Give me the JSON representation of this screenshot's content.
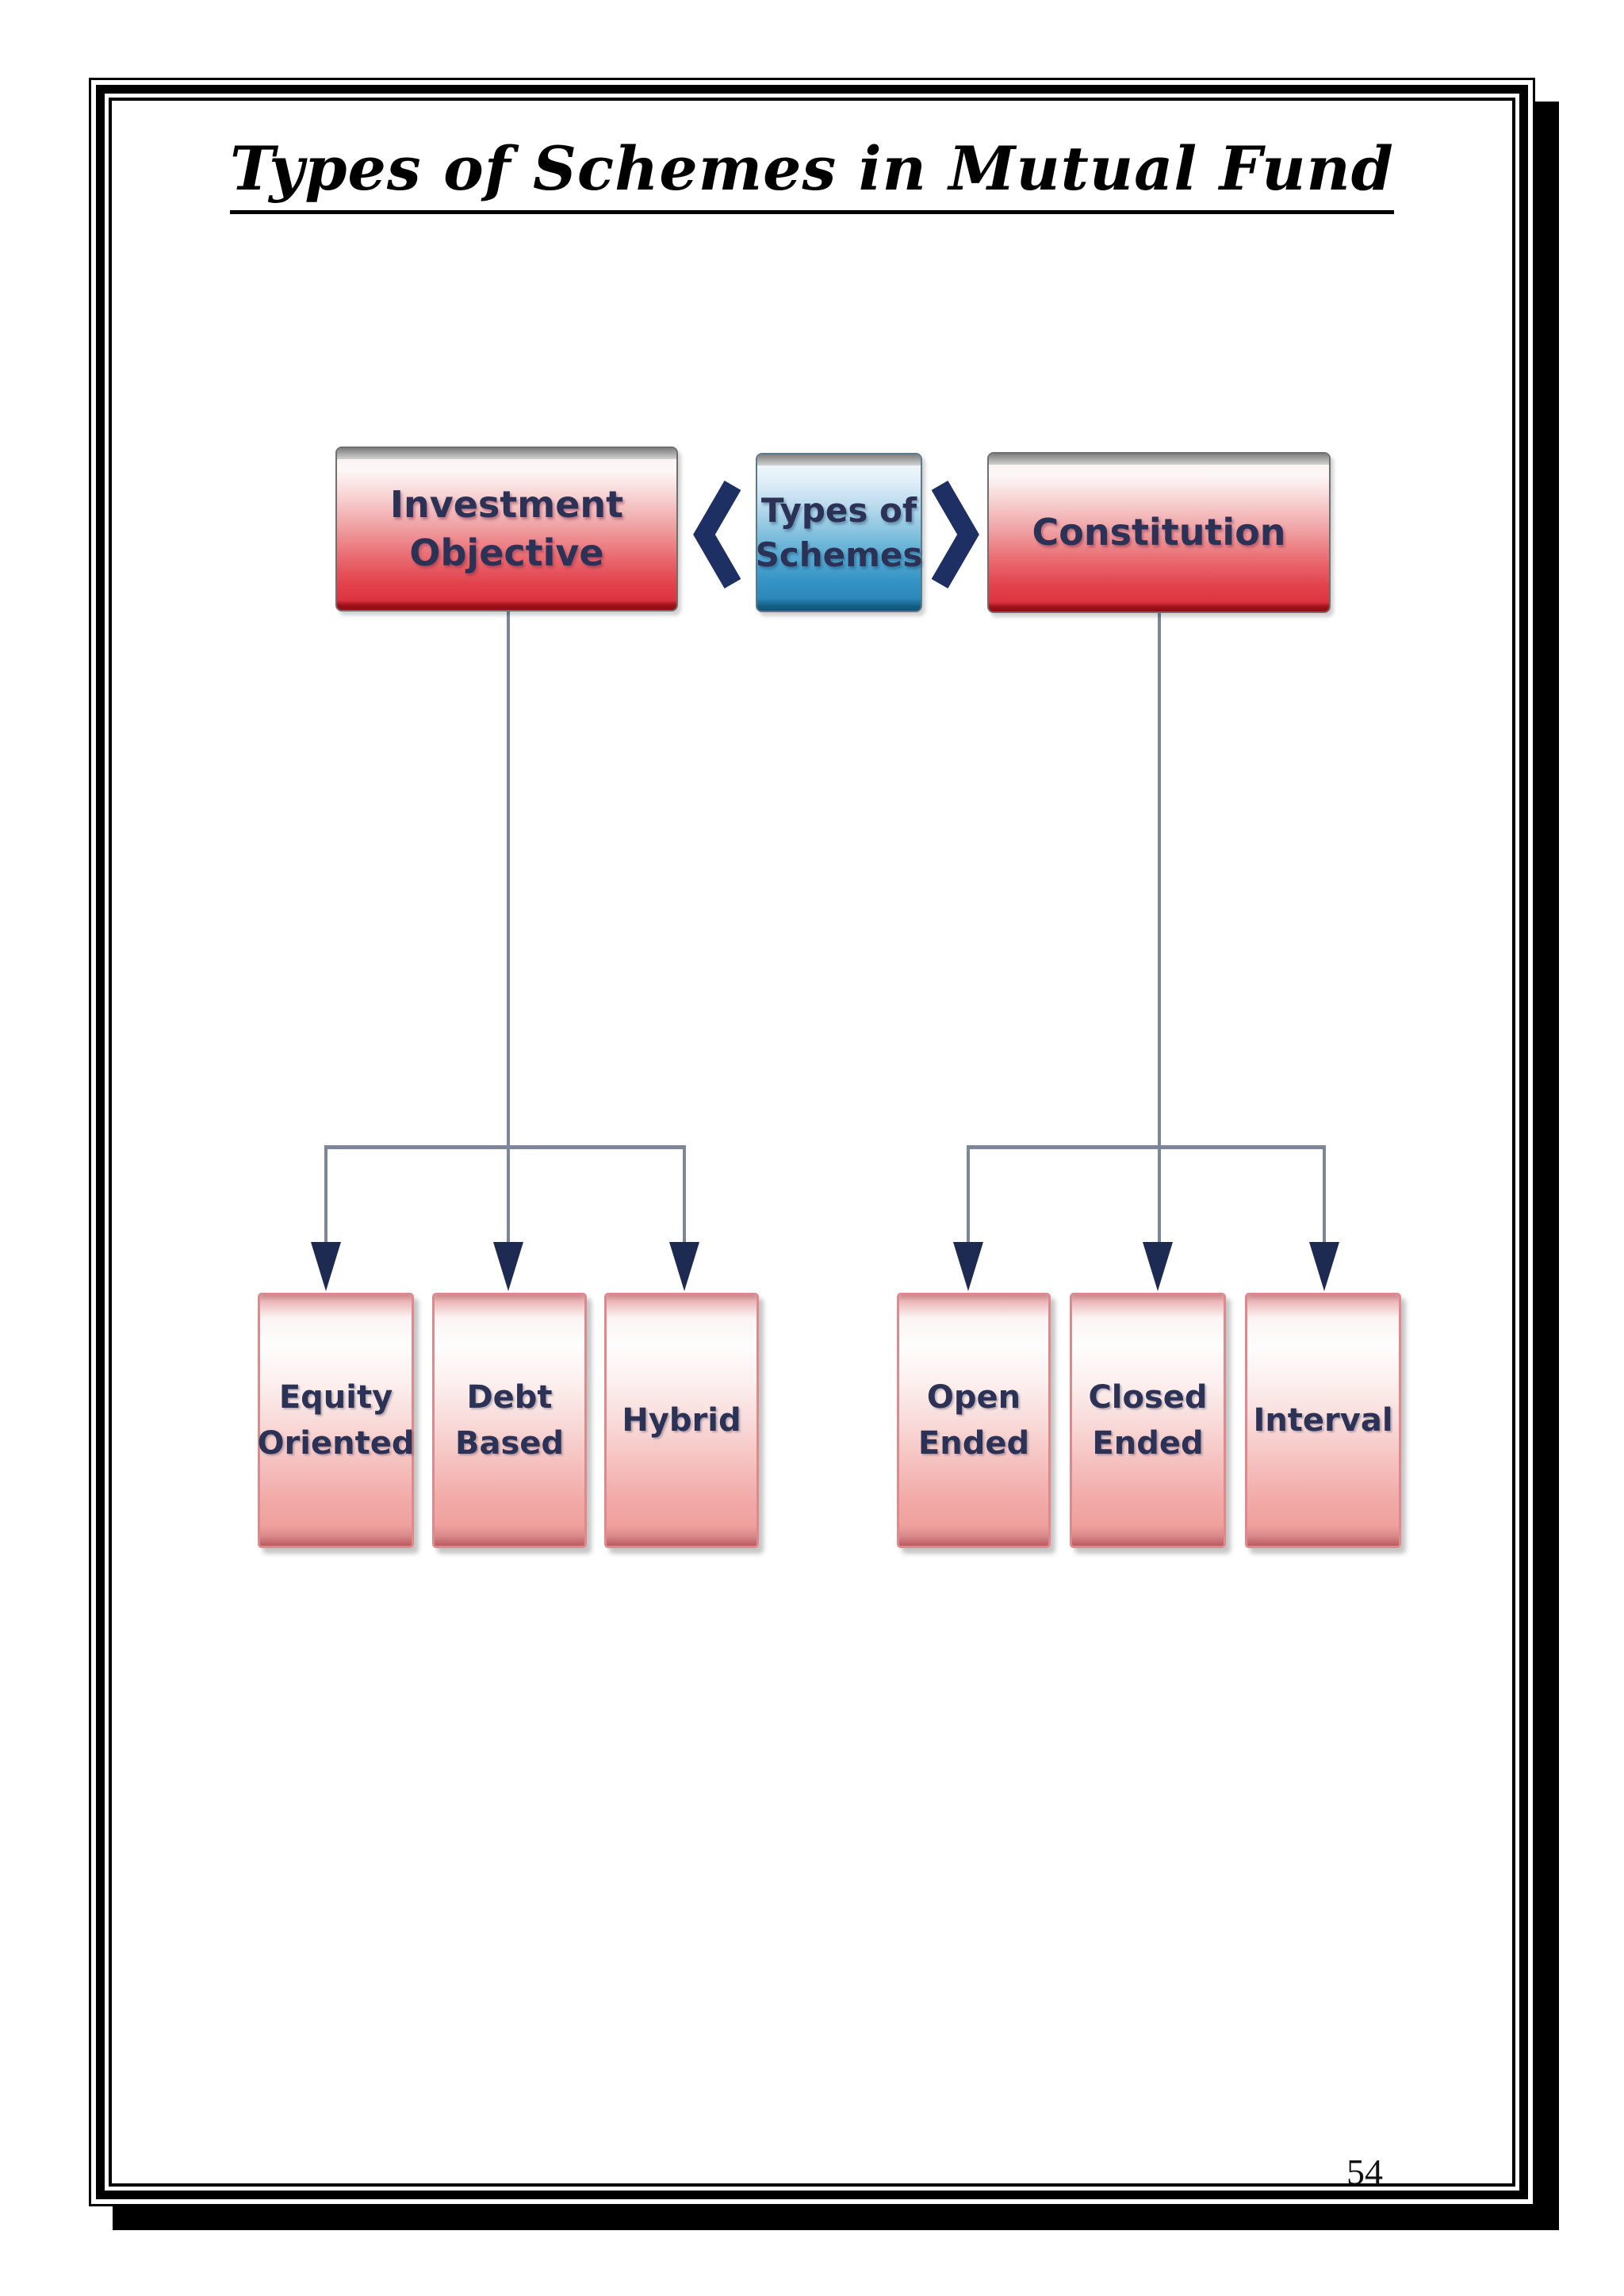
{
  "page": {
    "title": "Types of Schemes in Mutual Fund",
    "page_number": "54"
  },
  "diagram": {
    "center": {
      "line1": "Types of",
      "line2": "Schemes"
    },
    "left": {
      "parent": {
        "line1": "Investment",
        "line2": "Objective"
      },
      "children": [
        {
          "line1": "Equity",
          "line2": "Oriented"
        },
        {
          "line1": "Debt",
          "line2": "Based"
        },
        {
          "line1": "Hybrid",
          "line2": ""
        }
      ]
    },
    "right": {
      "parent": {
        "line1": "Constitution",
        "line2": ""
      },
      "children": [
        {
          "line1": "Open",
          "line2": "Ended"
        },
        {
          "line1": "Closed",
          "line2": "Ended"
        },
        {
          "line1": "Interval",
          "line2": ""
        }
      ]
    },
    "icons": {
      "left_chevron": "chevron-left-icon",
      "right_chevron": "chevron-right-icon"
    },
    "colors": {
      "parent_box_red": "#dc3440",
      "parent_box_red_edge": "#a01218",
      "center_box_blue": "#3795c6",
      "center_box_blue_edge": "#135f86",
      "leaf_box_pink": "#f0a19e",
      "leaf_box_border": "#e0898c",
      "cap_gray": "#9a9a9a",
      "label_navy": "#2c3156",
      "chevron_navy": "#1e2f63",
      "connector_gray": "#7d8598",
      "arrowhead_navy": "#1d2b52",
      "frame_black": "#000000"
    }
  }
}
